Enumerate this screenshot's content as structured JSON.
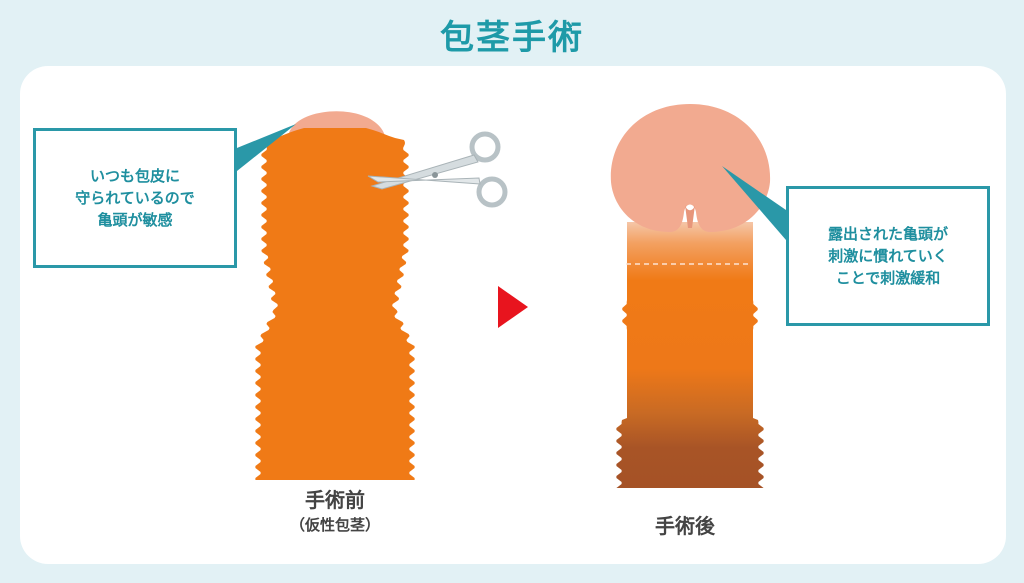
{
  "title": "包茎手術",
  "callout_before": {
    "lines": [
      "いつも包皮に",
      "守られているので",
      "亀頭が敏感"
    ]
  },
  "callout_after": {
    "lines": [
      "露出された亀頭が",
      "刺激に慣れていく",
      "ことで刺激緩和"
    ]
  },
  "before": {
    "label": "手術前",
    "sublabel": "（仮性包茎）"
  },
  "after": {
    "label": "手術後"
  },
  "colors": {
    "background": "#e2f1f5",
    "accent": "#2a98a8",
    "foreskin": "#f07a16",
    "glans": "#f2aa90",
    "arrow": "#e8141e",
    "scar_band": "#a85426"
  },
  "icons": [
    "scissors-icon",
    "arrow-right-icon"
  ]
}
